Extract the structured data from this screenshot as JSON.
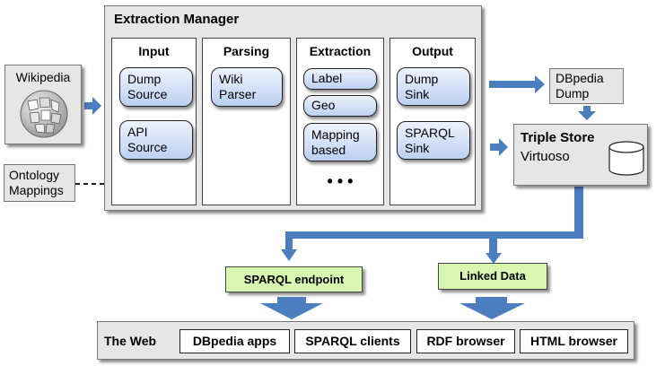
{
  "extraction_manager": {
    "title": "Extraction Manager",
    "input": {
      "header": "Input",
      "items": [
        "Dump\nSource",
        "API\nSource"
      ]
    },
    "parsing": {
      "header": "Parsing",
      "items": [
        "Wiki\nParser"
      ]
    },
    "extraction": {
      "header": "Extraction",
      "items": [
        "Label",
        "Geo",
        "Mapping\nbased"
      ],
      "more": "• • •"
    },
    "output": {
      "header": "Output",
      "items": [
        "Dump\nSink",
        "SPARQL\nSink"
      ]
    }
  },
  "wikipedia": {
    "label": "Wikipedia",
    "logo_icon": "wikipedia-globe-icon"
  },
  "ontology_mappings": {
    "label": "Ontology\nMappings"
  },
  "dbpedia_dump": {
    "label": "DBpedia\nDump"
  },
  "triple_store": {
    "title": "Triple Store",
    "subtitle": "Virtuoso",
    "icon": "database-cylinder-icon"
  },
  "sparql_endpoint": {
    "label": "SPARQL endpoint"
  },
  "linked_data": {
    "label": "Linked Data"
  },
  "web": {
    "label": "The Web",
    "items": [
      "DBpedia apps",
      "SPARQL clients",
      "RDF browser",
      "HTML browser"
    ]
  },
  "colors": {
    "arrow": "#4a7ebf",
    "green_box": "#d7f6b0",
    "gray_box": "#e6e6e6",
    "pill_light": "#eef3fd",
    "pill_dark": "#bcd0f2"
  }
}
